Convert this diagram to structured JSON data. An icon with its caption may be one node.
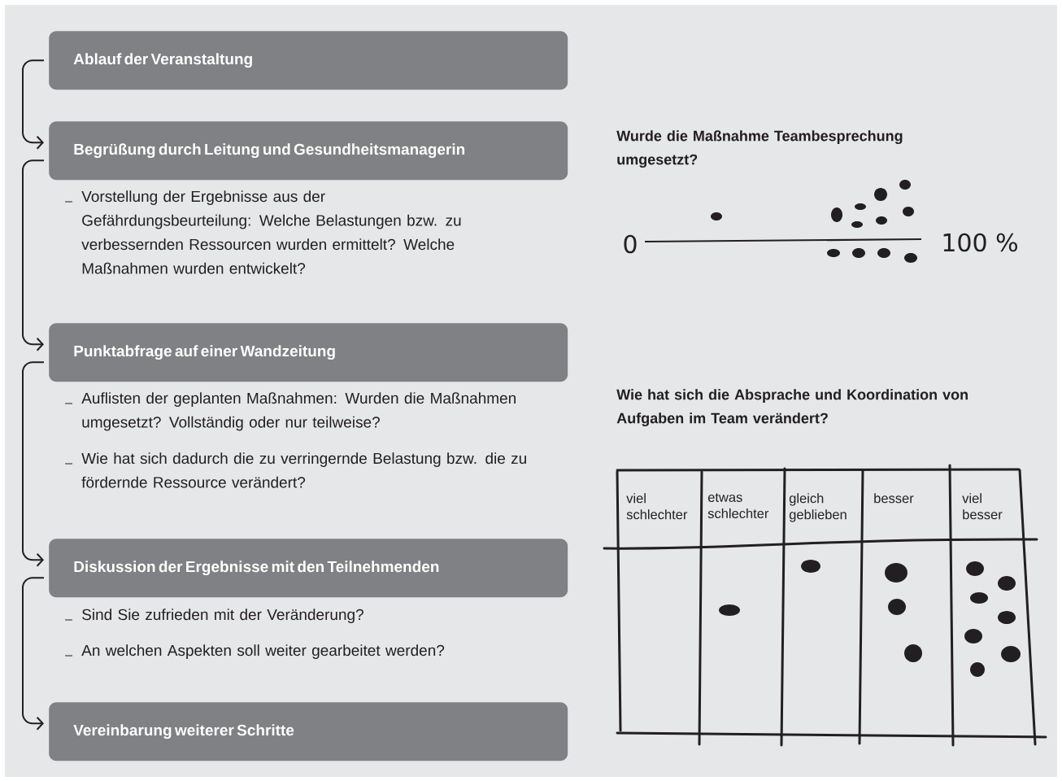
{
  "diagram": {
    "nodes": [
      {
        "text": [
          "Ablauf der Veranstaltung"
        ]
      },
      {
        "text": [
          "Begrüßung durch Leitung und Gesundheitsmanagerin"
        ]
      },
      {
        "text": [
          "Punktabfrage auf einer Wandzeitung"
        ]
      },
      {
        "text": [
          "Diskussion der Ergebnisse mit den Teilnehmenden"
        ]
      },
      {
        "text": [
          "Vereinbarung weiterer Schritte"
        ]
      }
    ],
    "edges": [
      {
        "from": 0,
        "to": 1,
        "arrow": "to"
      },
      {
        "from": 1,
        "to": 2,
        "arrow": "to"
      },
      {
        "from": 2,
        "to": 3,
        "arrow": "to"
      },
      {
        "from": 3,
        "to": 4,
        "arrow": "to"
      }
    ],
    "labels": [
      "Vorstellung der Ergebnisse aus der Gefährdungsbeurteilung: Welche Belastungen bzw. zu verbessernden Ressourcen wurden ermittelt? Welche Maßnahmen wurden entwickelt?",
      "Auflisten der geplanten Maßnahmen: Wurden die Maßnahmen umgesetzt? Vollständig oder nur teilweise?",
      "Wie hat sich dadurch die zu verringernde Belastung bzw. die zu fördernde Ressource verändert?",
      "Sind Sie zufrieden mit der Veränderung?",
      "An welchen Aspekten soll weiter gearbeitet werden?",
      "Wurde die Maßnahme Teambesprechung umgesetzt?",
      "0",
      "100 %",
      "Wie hat sich die Absprache und Koordination von Aufgaben im Team verändert?",
      "viel schlechter",
      "etwas schlechter",
      "gleich geblieben",
      "besser",
      "viel besser"
    ]
  }
}
